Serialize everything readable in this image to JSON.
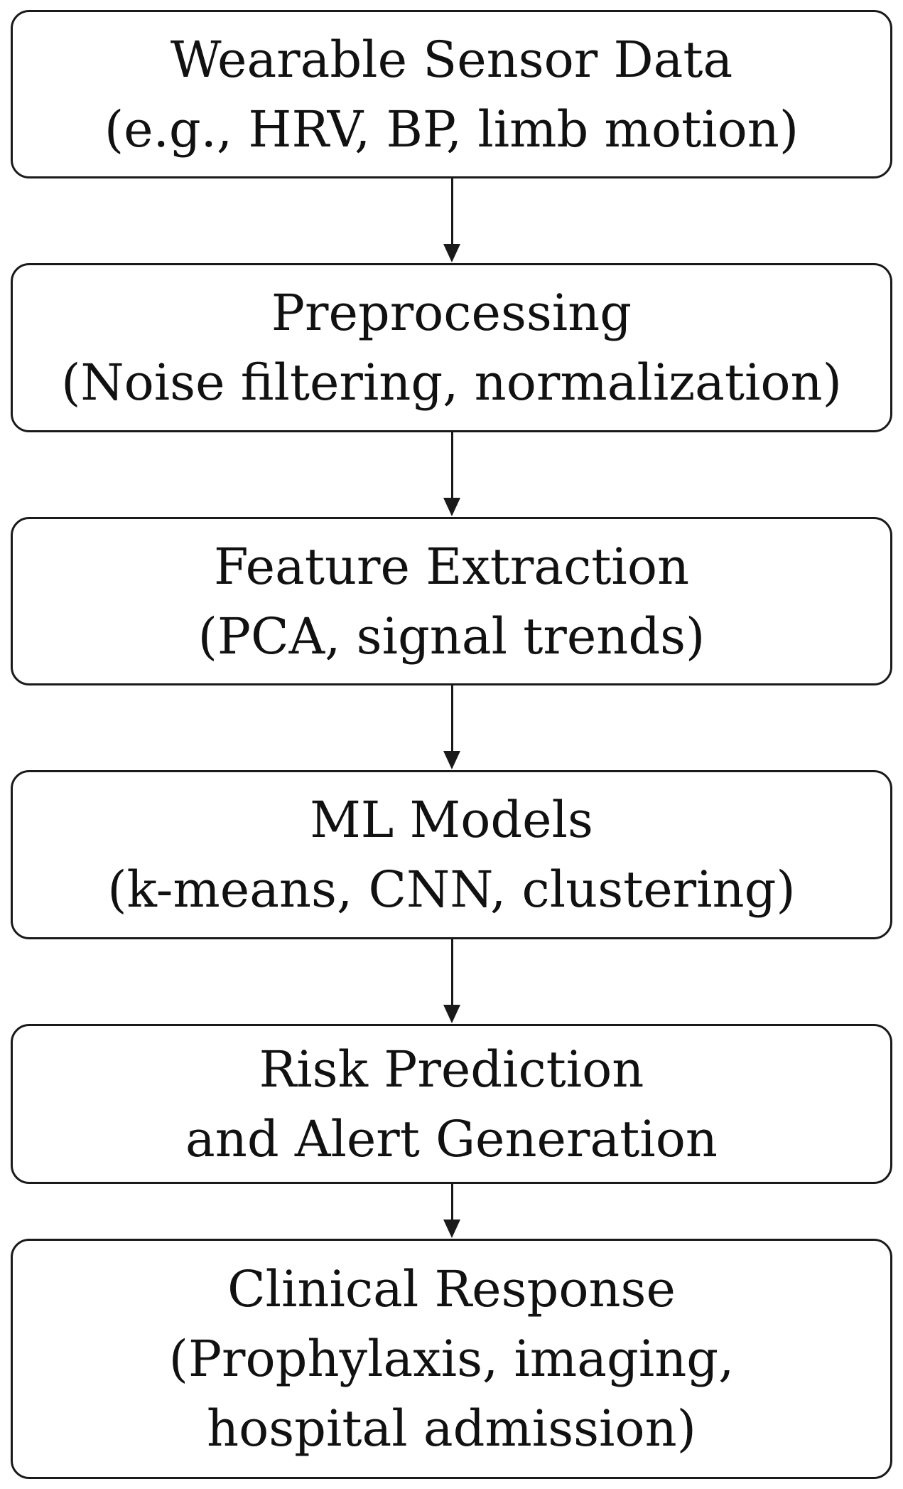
{
  "flowchart": {
    "steps": [
      {
        "lines": [
          "Wearable Sensor Data",
          "(e.g., HRV, BP, limb motion)"
        ]
      },
      {
        "lines": [
          "Preprocessing",
          "(Noise filtering, normalization)"
        ]
      },
      {
        "lines": [
          "Feature Extraction",
          "(PCA, signal trends)"
        ]
      },
      {
        "lines": [
          "ML Models",
          "(k-means, CNN, clustering)"
        ]
      },
      {
        "lines": [
          "Risk Prediction",
          "and Alert Generation"
        ]
      },
      {
        "lines": [
          "Clinical Response",
          "(Prophylaxis, imaging,",
          "hospital admission)"
        ]
      }
    ]
  }
}
